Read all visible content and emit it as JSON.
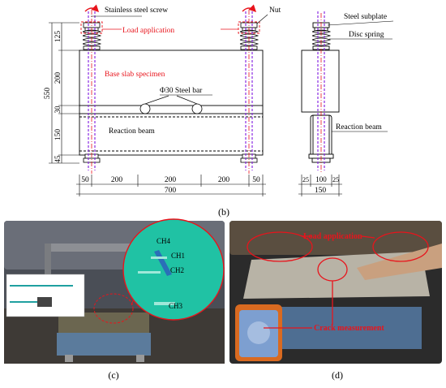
{
  "drawing": {
    "labels": {
      "stainless_steel_screw": "Stainless steel screw",
      "nut": "Nut",
      "load_application": "Load application",
      "base_slab_specimen": "Base slab specimen",
      "steel_bar": "Φ30 Steel bar",
      "reaction_beam_front": "Reaction beam",
      "steel_subplate": "Steel subplate",
      "disc_spring": "Disc spring",
      "reaction_beam_side": "Reaction beam"
    },
    "front_vertical_dims": {
      "total": "550",
      "segments": [
        "125",
        "200",
        "30",
        "150",
        "45"
      ]
    },
    "front_horizontal_dims": {
      "segments": [
        "50",
        "200",
        "200",
        "200",
        "50"
      ],
      "total": "700"
    },
    "side_horizontal_dims": {
      "segments": [
        "25",
        "100",
        "25"
      ],
      "total": "150"
    },
    "panel_label": "(b)"
  },
  "photo_c": {
    "channels": [
      "CH4",
      "CH1",
      "CH2",
      "CH3"
    ],
    "panel_label": "(c)"
  },
  "photo_d": {
    "load_application": "Load application",
    "crack_measurement": "Crack measurement",
    "panel_label": "(d)"
  },
  "colors": {
    "annotation_red": "#e8141c",
    "rod_purple": "#8a2be2",
    "line": "#000000",
    "cyan_photo": "#20c2a4"
  }
}
